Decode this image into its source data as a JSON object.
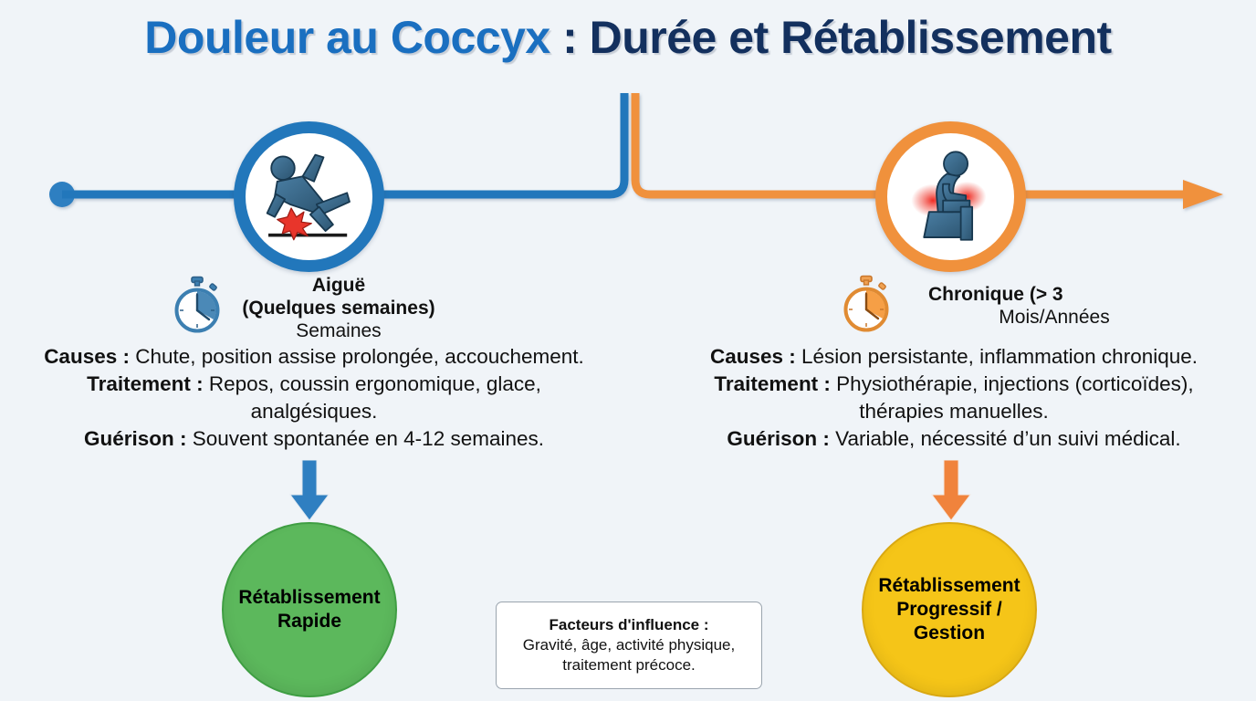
{
  "title": {
    "part1": "Douleur au Coccyx",
    "colon": " : ",
    "part2": "Durée et Rétablissement",
    "color_part1": "#1a6fc0",
    "color_part2": "#13305e"
  },
  "theme": {
    "background": "#f0f4f8",
    "acute_color": "#2277bb",
    "chronic_color": "#f0913c",
    "outcome_acute_color": "#5cb85c",
    "outcome_chronic_color": "#f5c518",
    "pain_color": "#e8352b"
  },
  "timeline": {
    "start_dot": "timeline-start-dot",
    "end_arrow": "timeline-end-arrow"
  },
  "stages": [
    {
      "id": "acute",
      "node_icon": "falling-person-icon",
      "watch_icon": "stopwatch-icon",
      "label_bold_1": "Aiguë",
      "label_bold_2": "(Quelques semaines)",
      "label_sub": "Semaines",
      "details": [
        {
          "label": "Causes :",
          "text": " Chute, position assise prolongée, accouchement."
        },
        {
          "label": "Traitement :",
          "text": " Repos, coussin ergonomique, glace, analgésiques."
        },
        {
          "label": "Guérison :",
          "text": " Souvent spontanée en 4-12 semaines."
        }
      ],
      "arrow_icon": "down-arrow-icon",
      "outcome_line1": "Rétablissement",
      "outcome_line2": "Rapide",
      "outcome_line3": ""
    },
    {
      "id": "chronic",
      "node_icon": "seated-person-pain-icon",
      "watch_icon": "stopwatch-icon",
      "label_bold_1": "Chronique (> 3",
      "label_bold_2": "",
      "label_sub": "Mois/Années",
      "details": [
        {
          "label": "Causes :",
          "text": " Lésion persistante, inflammation chronique."
        },
        {
          "label": "Traitement :",
          "text": " Physiothérapie, injections (corticoïdes), thérapies manuelles."
        },
        {
          "label": "Guérison :",
          "text": " Variable, nécessité d’un suivi médical."
        }
      ],
      "arrow_icon": "down-arrow-icon",
      "outcome_line1": "Rétablissement",
      "outcome_line2": "Progressif /",
      "outcome_line3": "Gestion"
    }
  ],
  "acute_details": {
    "causes_label": "Causes :",
    "causes_text": " Chute, position assise prolongée, accouchement.",
    "traitement_label": "Traitement :",
    "traitement_text_1": " Repos, coussin ergonomique, glace,",
    "traitement_text_2": "analgésiques.",
    "guerison_label": "Guérison :",
    "guerison_text": " Souvent spontanée en 4-12 semaines."
  },
  "chronic_details": {
    "causes_label": "Causes :",
    "causes_text": " Lésion persistante, inflammation chronique.",
    "traitement_label": "Traitement :",
    "traitement_text_1": " Physiothérapie, injections (corticoïdes),",
    "traitement_text_2": "thérapies manuelles.",
    "guerison_label": "Guérison :",
    "guerison_text": " Variable, nécessité d’un suivi médical."
  },
  "influence": {
    "title": "Facteurs d'influence :",
    "line1": "Gravité, âge, activité physique,",
    "line2": "traitement précoce."
  }
}
